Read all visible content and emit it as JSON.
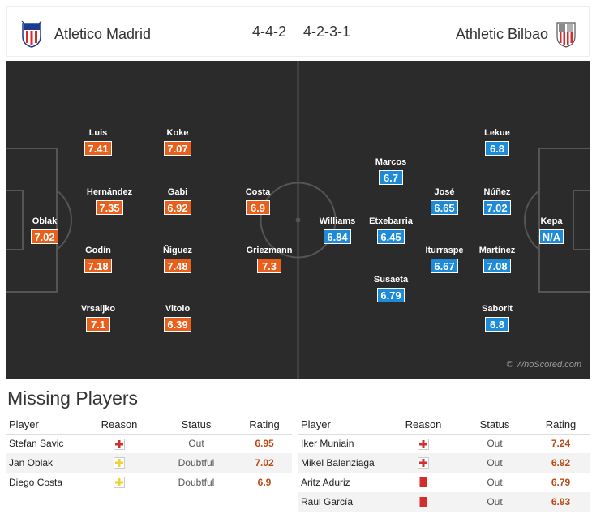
{
  "header": {
    "home_team": "Atletico Madrid",
    "away_team": "Athletic Bilbao",
    "home_formation": "4-4-2",
    "away_formation": "4-2-3-1",
    "home_crest_icon": "atletico-crest-icon",
    "away_crest_icon": "bilbao-crest-icon"
  },
  "pitch": {
    "watermark": "© WhoScored.com",
    "colors": {
      "home": "#e8601c",
      "away": "#1d8bd8",
      "pitch": "#2b2b2b"
    },
    "home_players": [
      {
        "name": "Oblak",
        "rating": "7.02"
      },
      {
        "name": "Luis",
        "rating": "7.41"
      },
      {
        "name": "Hernández",
        "rating": "7.35"
      },
      {
        "name": "Godín",
        "rating": "7.18"
      },
      {
        "name": "Vrsaljko",
        "rating": "7.1"
      },
      {
        "name": "Koke",
        "rating": "7.07"
      },
      {
        "name": "Gabi",
        "rating": "6.92"
      },
      {
        "name": "Ñiguez",
        "rating": "7.48"
      },
      {
        "name": "Vitolo",
        "rating": "6.39"
      },
      {
        "name": "Costa",
        "rating": "6.9"
      },
      {
        "name": "Griezmann",
        "rating": "7.3"
      }
    ],
    "away_players": [
      {
        "name": "Kepa",
        "rating": "N/A"
      },
      {
        "name": "Lekue",
        "rating": "6.8"
      },
      {
        "name": "Núñez",
        "rating": "7.02"
      },
      {
        "name": "Martínez",
        "rating": "7.08"
      },
      {
        "name": "Saborit",
        "rating": "6.8"
      },
      {
        "name": "José",
        "rating": "6.65"
      },
      {
        "name": "Iturraspe",
        "rating": "6.67"
      },
      {
        "name": "Marcos",
        "rating": "6.7"
      },
      {
        "name": "Etxebarria",
        "rating": "6.45"
      },
      {
        "name": "Susaeta",
        "rating": "6.79"
      },
      {
        "name": "Williams",
        "rating": "6.84"
      }
    ]
  },
  "missing": {
    "title": "Missing Players",
    "headers": {
      "player": "Player",
      "reason": "Reason",
      "status": "Status",
      "rating": "Rating"
    },
    "home": [
      {
        "player": "Stefan Savic",
        "reason": "injury-icon",
        "status": "Out",
        "rating": "6.95"
      },
      {
        "player": "Jan Oblak",
        "reason": "doubtful-icon",
        "status": "Doubtful",
        "rating": "7.02"
      },
      {
        "player": "Diego Costa",
        "reason": "doubtful-icon",
        "status": "Doubtful",
        "rating": "6.9"
      }
    ],
    "away": [
      {
        "player": "Iker Muniain",
        "reason": "injury-icon",
        "status": "Out",
        "rating": "7.24"
      },
      {
        "player": "Mikel Balenziaga",
        "reason": "injury-icon",
        "status": "Out",
        "rating": "6.92"
      },
      {
        "player": "Aritz Aduriz",
        "reason": "red-card-icon",
        "status": "Out",
        "rating": "6.79"
      },
      {
        "player": "Raul García",
        "reason": "red-card-icon",
        "status": "Out",
        "rating": "6.93"
      }
    ]
  }
}
